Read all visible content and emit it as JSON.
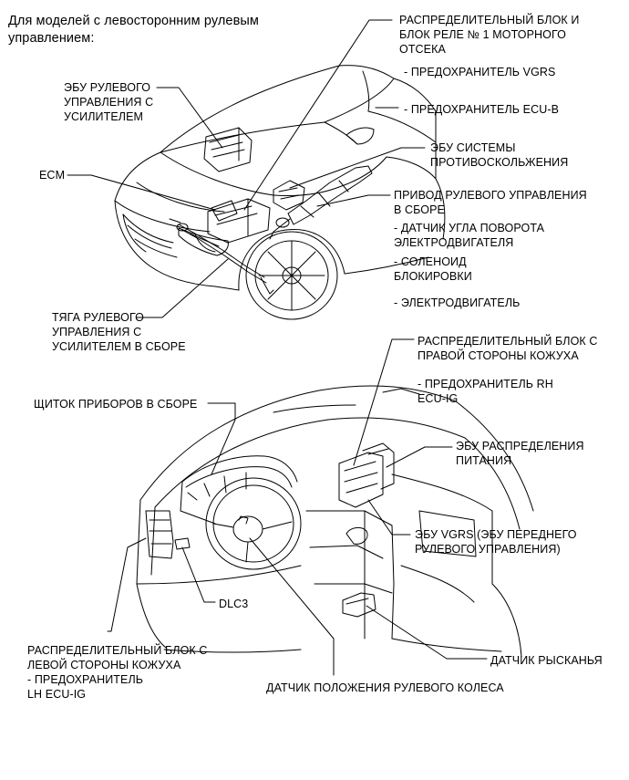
{
  "header": "Для моделей с левосторонним рулевым\nуправлением:",
  "engine_labels": {
    "junction_block_engine": "РАСПРЕДЕЛИТЕЛЬНЫЙ БЛОК И\nБЛОК РЕЛЕ № 1 МОТОРНОГО\nОТСЕКА",
    "fuse_vgrs": "- ПРЕДОХРАНИТЕЛЬ VGRS",
    "fuse_ecu_b": "- ПРЕДОХРАНИТЕЛЬ ECU-B",
    "ps_ecu": "ЭБУ РУЛЕВОГО\nУПРАВЛЕНИЯ С\nУСИЛИТЕЛЕМ",
    "ecm": "ECM",
    "skid_control_ecu": "ЭБУ СИСТЕМЫ\nПРОТИВОСКОЛЬЖЕНИЯ",
    "steering_actuator": "ПРИВОД РУЛЕВОГО УПРАВЛЕНИЯ\nВ СБОРЕ",
    "motor_angle_sensor": "- ДАТЧИК УГЛА ПОВОРОТА\nЭЛЕКТРОДВИГАТЕЛЯ",
    "lock_solenoid": "- СОЛЕНОИД\nБЛОКИРОВКИ",
    "motor": "- ЭЛЕКТРОДВИГАТЕЛЬ",
    "ps_link": "ТЯГА РУЛЕВОГО\nУПРАВЛЕНИЯ С\nУСИЛИТЕЛЕМ В СБОРЕ"
  },
  "cabin_labels": {
    "junction_block_rh": "РАСПРЕДЕЛИТЕЛЬНЫЙ БЛОК С\nПРАВОЙ СТОРОНЫ КОЖУХА",
    "fuse_rh_ecu_ig": "- ПРЕДОХРАНИТЕЛЬ RH\nECU-IG",
    "combination_meter": "ЩИТОК ПРИБОРОВ В СБОРЕ",
    "power_dist_ecu": "ЭБУ РАСПРЕДЕЛЕНИЯ\nПИТАНИЯ",
    "vgrs_ecu": "ЭБУ VGRS (ЭБУ ПЕРЕДНЕГО\nРУЛЕВОГО УПРАВЛЕНИЯ)",
    "dlc3": "DLC3",
    "junction_block_lh": "РАСПРЕДЕЛИТЕЛЬНЫЙ БЛОК С\nЛЕВОЙ СТОРОНЫ КОЖУХА\n- ПРЕДОХРАНИТЕЛЬ\nLH ECU-IG",
    "yaw_rate_sensor": "ДАТЧИК РЫСКАНЬЯ",
    "steering_angle_sensor": "ДАТЧИК ПОЛОЖЕНИЯ РУЛЕВОГО КОЛЕСА"
  }
}
